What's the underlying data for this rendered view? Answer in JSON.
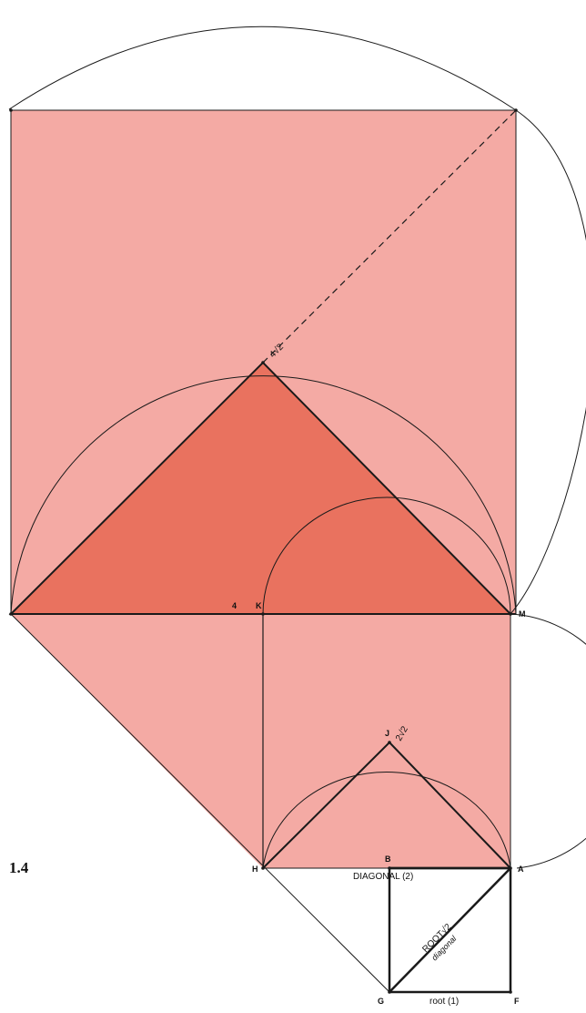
{
  "figure_number": "1.4",
  "points": {
    "K": "K",
    "M": "M",
    "H": "H",
    "B": "B",
    "A": "A",
    "G": "G",
    "F": "F",
    "J": "J"
  },
  "labels": {
    "four": "4",
    "four_root2": "4√2",
    "two_root2": "2√2",
    "diagonal_2": "DIAGONAL (2)",
    "root_1": "root (1)",
    "root_root2": "ROOT√2",
    "diagonal": "diagonal"
  },
  "colors": {
    "light_fill": "#f4aaa4",
    "dark_fill": "#e9725f",
    "stroke": "#1a1a1a"
  }
}
